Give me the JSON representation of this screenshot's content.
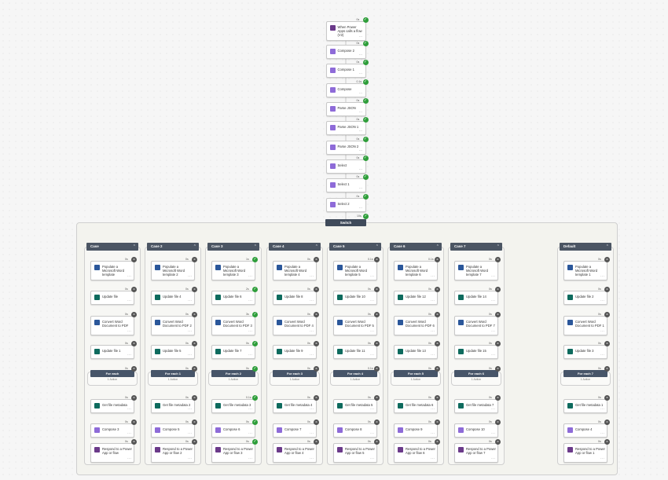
{
  "top_nodes": [
    {
      "label": "When Power Apps calls a flow (V2)",
      "time": "0s",
      "color": "dpurple",
      "status": "ok"
    },
    {
      "label": "Compose 2",
      "time": "0s",
      "color": "purple",
      "status": "ok"
    },
    {
      "label": "Compose 1",
      "time": "0s",
      "color": "purple",
      "status": "ok"
    },
    {
      "label": "Compose",
      "time": "0.1s",
      "color": "purple",
      "status": "ok"
    },
    {
      "label": "Parse JSON",
      "time": "0s",
      "color": "purple",
      "status": "ok"
    },
    {
      "label": "Parse JSON 1",
      "time": "0s",
      "color": "purple",
      "status": "ok"
    },
    {
      "label": "Parse JSON 2",
      "time": "0s",
      "color": "purple",
      "status": "ok"
    },
    {
      "label": "Select",
      "time": "0s",
      "color": "purple",
      "status": "ok"
    },
    {
      "label": "Select 1",
      "time": "0s",
      "color": "purple",
      "status": "ok"
    },
    {
      "label": "Select 2",
      "time": "0s",
      "color": "purple",
      "status": "ok"
    }
  ],
  "switch": {
    "label": "Switch",
    "time": "10s",
    "status": "ok"
  },
  "cases": [
    {
      "title": "Case",
      "steps": [
        "Populate a Microsoft Word template",
        "Update file",
        "Convert Word Document to PDF",
        "Update file 1",
        "For each",
        "Get file metadata",
        "Compose 3",
        "Respond to a Power App or flow"
      ],
      "times": [
        "0s",
        "0s",
        "0s",
        "0s",
        "0s",
        "0s",
        "0s",
        "0s"
      ],
      "status": [
        "skip",
        "skip",
        "skip",
        "skip",
        "skip",
        "skip",
        "skip",
        "skip"
      ],
      "actions": "1 Action"
    },
    {
      "title": "Case 2",
      "steps": [
        "Populate a Microsoft Word template 2",
        "Update file 4",
        "Convert Word Document to PDF 2",
        "Update file 5",
        "For each 1",
        "Get file metadata 2",
        "Compose 5",
        "Respond to a Power App or flow 2"
      ],
      "times": [
        "0s",
        "0s",
        "0s",
        "0s",
        "0s",
        "0s",
        "0s",
        "0s"
      ],
      "status": [
        "skip",
        "skip",
        "skip",
        "skip",
        "skip",
        "skip",
        "skip",
        "skip"
      ],
      "actions": "1 Action"
    },
    {
      "title": "Case 3",
      "steps": [
        "Populate a Microsoft Word template 3",
        "Update file 6",
        "Convert Word Document to PDF 3",
        "Update file 7",
        "For each 2",
        "Get file metadata 3",
        "Compose 6",
        "Respond to a Power App or flow 3"
      ],
      "times": [
        "1s",
        "2s",
        "3s",
        "0s",
        "0s",
        "0.1s",
        "0s",
        "0s"
      ],
      "status": [
        "ok",
        "ok",
        "ok",
        "ok",
        "ok",
        "ok",
        "ok",
        "ok"
      ],
      "actions": "1 Action"
    },
    {
      "title": "Case 4",
      "steps": [
        "Populate a Microsoft Word template 4",
        "Update file 8",
        "Convert Word Document to PDF 4",
        "Update file 9",
        "For each 3",
        "Get file metadata 4",
        "Compose 7",
        "Respond to a Power App or flow 4"
      ],
      "times": [
        "0s",
        "0s",
        "0s",
        "0s",
        "0s",
        "0s",
        "0s",
        "0s"
      ],
      "status": [
        "skip",
        "skip",
        "skip",
        "skip",
        "skip",
        "skip",
        "skip",
        "skip"
      ],
      "actions": "1 Action"
    },
    {
      "title": "Case 5",
      "steps": [
        "Populate a Microsoft Word template 5",
        "Update file 10",
        "Convert Word Document to PDF 5",
        "Update file 11",
        "For each 4",
        "Get file metadata 5",
        "Compose 8",
        "Respond to a Power App or flow 5"
      ],
      "times": [
        "0.1s",
        "0s",
        "0s",
        "0s",
        "0.1s",
        "0s",
        "0s",
        "0s"
      ],
      "status": [
        "skip",
        "skip",
        "skip",
        "skip",
        "skip",
        "skip",
        "skip",
        "skip"
      ],
      "actions": "1 Action"
    },
    {
      "title": "Case 6",
      "steps": [
        "Populate a Microsoft Word template 6",
        "Update file 12",
        "Convert Word Document to PDF 6",
        "Update file 13",
        "For each 5",
        "Get file metadata 6",
        "Compose 9",
        "Respond to a Power App or flow 6"
      ],
      "times": [
        "0.1s",
        "0s",
        "0s",
        "0s",
        "0s",
        "0s",
        "0s",
        "0s"
      ],
      "status": [
        "skip",
        "skip",
        "skip",
        "skip",
        "skip",
        "skip",
        "skip",
        "skip"
      ],
      "actions": "1 Action"
    },
    {
      "title": "Case 7",
      "steps": [
        "Populate a Microsoft Word template 7",
        "Update file 14",
        "Convert Word Document to PDF 7",
        "Update file 15",
        "For each 6",
        "Get file metadata 7",
        "Compose 10",
        "Respond to a Power App or flow 7"
      ],
      "times": [
        "0s",
        "0s",
        "0s",
        "0s",
        "0s",
        "0s",
        "0s",
        "0s"
      ],
      "status": [
        "skip",
        "skip",
        "skip",
        "skip",
        "skip",
        "skip",
        "skip",
        "skip"
      ],
      "actions": "1 Action"
    },
    {
      "title": "Default",
      "steps": [
        "Populate a Microsoft Word template 1",
        "Update file 2",
        "Convert Word Document to PDF 1",
        "Update file 3",
        "For each 7",
        "Get file metadata 1",
        "Compose 4",
        "Respond to a Power App or flow 1"
      ],
      "times": [
        "0s",
        "0s",
        "0s",
        "0s",
        "0s",
        "0s",
        "0s",
        "0s"
      ],
      "status": [
        "skip",
        "skip",
        "skip",
        "skip",
        "skip",
        "skip",
        "skip",
        "skip"
      ],
      "actions": "1 Action"
    }
  ],
  "icons": {
    "ok": "check-icon",
    "skip": "skipped-icon"
  },
  "colors": {
    "word": "#2b579a",
    "file": "#0e6b5e",
    "compose": "#8e6bd8",
    "powerapps": "#6b3a8a",
    "success": "#2e9e3a",
    "header": "#4b5563"
  }
}
